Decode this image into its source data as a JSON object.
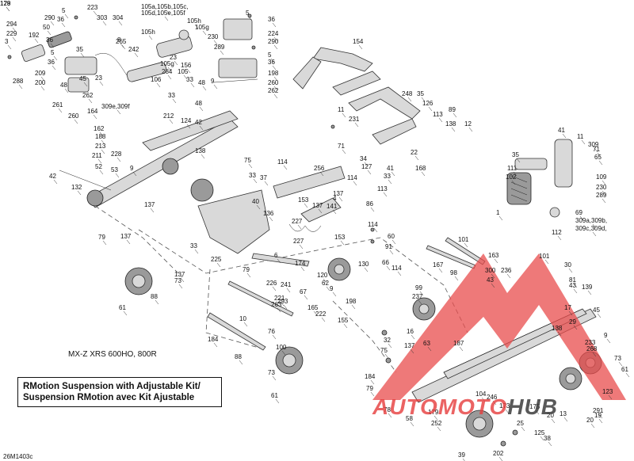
{
  "model_label": "MX-Z XRS 600HO, 800R",
  "title_lines": [
    "RMotion Suspension with Adjustable Kit/",
    "Suspension RMotion avec Kit Ajustable"
  ],
  "diagram_code": "26M1403c",
  "watermark": {
    "part1": "AUTOMOTO",
    "part2": "HUB",
    "color": "#e84c4c"
  },
  "callouts": [
    {
      "t": "5"
    },
    {
      "t": "223"
    },
    {
      "t": "303"
    },
    {
      "t": "304"
    },
    {
      "t": "290"
    },
    {
      "t": "36"
    },
    {
      "t": "294"
    },
    {
      "t": "50"
    },
    {
      "t": "229"
    },
    {
      "t": "192"
    },
    {
      "t": "3"
    },
    {
      "t": "36"
    },
    {
      "t": "8"
    },
    {
      "t": "265"
    },
    {
      "t": "242"
    },
    {
      "t": "35"
    },
    {
      "t": "5"
    },
    {
      "t": "36"
    },
    {
      "t": "288"
    },
    {
      "t": "209"
    },
    {
      "t": "200"
    },
    {
      "t": "23"
    },
    {
      "t": "45"
    },
    {
      "t": "48"
    },
    {
      "t": "261"
    },
    {
      "t": "262"
    },
    {
      "t": "260"
    },
    {
      "t": "105a,105b,105c,"
    },
    {
      "t": "105d,105e,105f"
    },
    {
      "t": "105h"
    },
    {
      "t": "105h"
    },
    {
      "t": "105g"
    },
    {
      "t": "230"
    },
    {
      "t": "23"
    },
    {
      "t": "105g"
    },
    {
      "t": "156"
    },
    {
      "t": "284"
    },
    {
      "t": "105"
    },
    {
      "t": "33"
    },
    {
      "t": "33"
    },
    {
      "t": "106"
    },
    {
      "t": "9"
    },
    {
      "t": "289"
    },
    {
      "t": "5"
    },
    {
      "t": "36"
    },
    {
      "t": "224"
    },
    {
      "t": "290"
    },
    {
      "t": "5"
    },
    {
      "t": "36"
    },
    {
      "t": "198"
    },
    {
      "t": "260"
    },
    {
      "t": "48"
    },
    {
      "t": "262"
    },
    {
      "t": "48"
    },
    {
      "t": "154"
    },
    {
      "t": "248"
    },
    {
      "t": "35"
    },
    {
      "t": "126"
    },
    {
      "t": "89"
    },
    {
      "t": "113"
    },
    {
      "t": "138"
    },
    {
      "t": "12"
    },
    {
      "t": "11"
    },
    {
      "t": "231"
    },
    {
      "t": "71"
    },
    {
      "t": "22"
    },
    {
      "t": "34"
    },
    {
      "t": "127"
    },
    {
      "t": "41"
    },
    {
      "t": "33"
    },
    {
      "t": "168"
    },
    {
      "t": "41"
    },
    {
      "t": "11"
    },
    {
      "t": "309"
    },
    {
      "t": "71"
    },
    {
      "t": "65"
    },
    {
      "t": "35"
    },
    {
      "t": "111"
    },
    {
      "t": "102"
    },
    {
      "t": "109"
    },
    {
      "t": "230"
    },
    {
      "t": "289"
    },
    {
      "t": "1"
    },
    {
      "t": "112"
    },
    {
      "t": "69"
    },
    {
      "t": "309a,309b,"
    },
    {
      "t": "309c,309d,"
    },
    {
      "t": "309e,309f"
    },
    {
      "t": "164"
    },
    {
      "t": "162"
    },
    {
      "t": "188"
    },
    {
      "t": "213"
    },
    {
      "t": "211"
    },
    {
      "t": "228"
    },
    {
      "t": "52"
    },
    {
      "t": "53"
    },
    {
      "t": "212"
    },
    {
      "t": "124"
    },
    {
      "t": "42"
    },
    {
      "t": "9"
    },
    {
      "t": "138"
    },
    {
      "t": "42"
    },
    {
      "t": "132"
    },
    {
      "t": "137"
    },
    {
      "t": "137"
    },
    {
      "t": "79"
    },
    {
      "t": "75"
    },
    {
      "t": "33"
    },
    {
      "t": "37"
    },
    {
      "t": "114"
    },
    {
      "t": "256"
    },
    {
      "t": "137"
    },
    {
      "t": "114"
    },
    {
      "t": "4"
    },
    {
      "t": "113"
    },
    {
      "t": "40"
    },
    {
      "t": "153"
    },
    {
      "t": "137"
    },
    {
      "t": "141"
    },
    {
      "t": "86"
    },
    {
      "t": "136"
    },
    {
      "t": "227"
    },
    {
      "t": "227"
    },
    {
      "t": "153"
    },
    {
      "t": "114"
    },
    {
      "t": "33"
    },
    {
      "t": "225"
    },
    {
      "t": "60"
    },
    {
      "t": "91"
    },
    {
      "t": "6"
    },
    {
      "t": "174"
    },
    {
      "t": "241"
    },
    {
      "t": "79"
    },
    {
      "t": "226"
    },
    {
      "t": "120"
    },
    {
      "t": "62"
    },
    {
      "t": "130"
    },
    {
      "t": "66"
    },
    {
      "t": "114"
    },
    {
      "t": "263"
    },
    {
      "t": "221"
    },
    {
      "t": "293"
    },
    {
      "t": "165"
    },
    {
      "t": "222"
    },
    {
      "t": "9"
    },
    {
      "t": "198"
    },
    {
      "t": "155"
    },
    {
      "t": "10"
    },
    {
      "t": "67"
    },
    {
      "t": "137"
    },
    {
      "t": "73"
    },
    {
      "t": "88"
    },
    {
      "t": "61"
    },
    {
      "t": "184"
    },
    {
      "t": "76"
    },
    {
      "t": "88"
    },
    {
      "t": "100"
    },
    {
      "t": "73"
    },
    {
      "t": "61"
    },
    {
      "t": "184"
    },
    {
      "t": "79"
    },
    {
      "t": "32"
    },
    {
      "t": "75"
    },
    {
      "t": "137"
    },
    {
      "t": "101"
    },
    {
      "t": "167"
    },
    {
      "t": "163"
    },
    {
      "t": "98"
    },
    {
      "t": "99"
    },
    {
      "t": "237"
    },
    {
      "t": "16"
    },
    {
      "t": "63"
    },
    {
      "t": "187"
    },
    {
      "t": "300"
    },
    {
      "t": "236"
    },
    {
      "t": "101"
    },
    {
      "t": "81"
    },
    {
      "t": "30"
    },
    {
      "t": "43"
    },
    {
      "t": "139"
    },
    {
      "t": "43"
    },
    {
      "t": "17"
    },
    {
      "t": "45"
    },
    {
      "t": "29"
    },
    {
      "t": "138"
    },
    {
      "t": "9"
    },
    {
      "t": "233"
    },
    {
      "t": "268"
    },
    {
      "t": "73"
    },
    {
      "t": "61"
    },
    {
      "t": "123"
    },
    {
      "t": "19"
    },
    {
      "t": "20"
    },
    {
      "t": "78"
    },
    {
      "t": "58"
    },
    {
      "t": "252"
    },
    {
      "t": "104"
    },
    {
      "t": "246"
    },
    {
      "t": "25"
    },
    {
      "t": "202"
    },
    {
      "t": "125"
    },
    {
      "t": "38"
    },
    {
      "t": "39"
    },
    {
      "t": "179"
    },
    {
      "t": "173"
    },
    {
      "t": "175"
    },
    {
      "t": "13"
    },
    {
      "t": "291"
    },
    {
      "t": "20"
    },
    {
      "t": "128"
    },
    {
      "t": "179"
    }
  ]
}
